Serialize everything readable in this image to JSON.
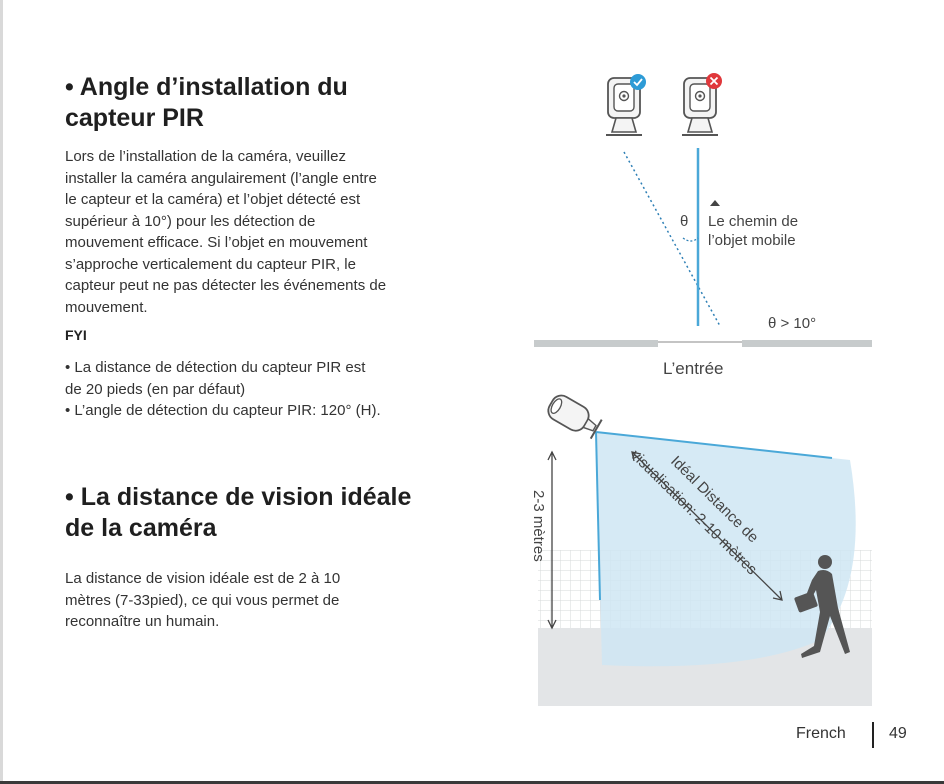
{
  "section1": {
    "title_line1": "• Angle d’installation du",
    "title_line2": "capteur PIR",
    "paragraph": [
      "Lors de l’installation de la caméra, veuillez",
      "installer la caméra angulairement (l’angle entre",
      "le capteur et la caméra) et l’objet détecté est",
      "supérieur à 10°) pour les détection de",
      "mouvement efficace. Si l’objet en mouvement",
      "s’approche verticalement du capteur PIR, le",
      "capteur peut ne pas détecter les événements de",
      "mouvement."
    ],
    "fyi_label": "FYI",
    "fyi_items": [
      "• La distance de détection du capteur PIR est",
      "de 20 pieds (en par défaut)",
      "• L’angle de détection du capteur PIR: 120° (H)."
    ]
  },
  "section2": {
    "title_line1": "• La distance de vision idéale",
    "title_line2": "de la caméra",
    "paragraph": [
      "La distance de vision idéale est de 2 à 10",
      "mètres (7-33pied), ce qui vous permet de",
      "reconnaître un humain."
    ]
  },
  "figure1": {
    "theta_symbol": "θ",
    "path_label_line1": "Le chemin de",
    "path_label_line2": "l’objet mobile",
    "angle_condition": "θ > 10°",
    "entrance_label": "L’entrée",
    "correct_badge_color": "#2d9bd6",
    "wrong_badge_color": "#e0383b",
    "line_color": "#4aa8d8"
  },
  "figure2": {
    "height_label": "2-3 mètres",
    "distance_label_line1": "Idéal Distance de",
    "distance_label_line2": "visualisation: 2-10 mètres",
    "fov_color": "#cfe6f3"
  },
  "footer": {
    "language": "French",
    "page_number": "49"
  }
}
